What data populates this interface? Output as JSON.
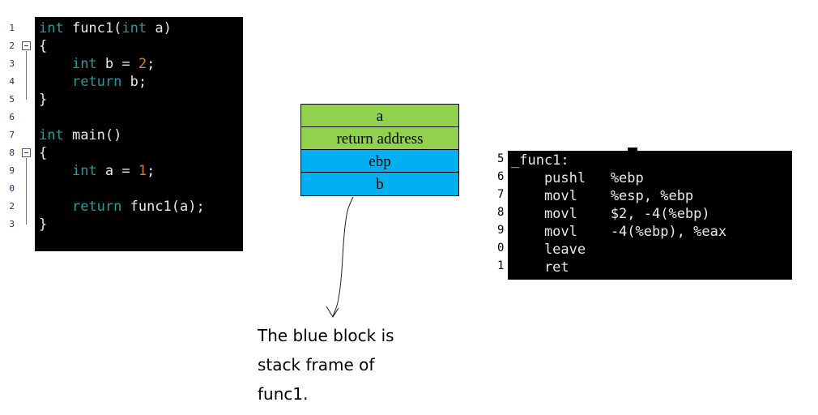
{
  "code_left": {
    "gutter": [
      "1",
      "2",
      "3",
      "4",
      "5",
      "6",
      "7",
      "8",
      "9",
      "0",
      "2",
      "3"
    ],
    "lines": [
      {
        "parts": [
          {
            "t": "int",
            "c": "kw"
          },
          {
            "t": " func1(",
            "c": "fn"
          },
          {
            "t": "int",
            "c": "kw"
          },
          {
            "t": " a)",
            "c": "fn"
          }
        ]
      },
      {
        "parts": [
          {
            "t": "{",
            "c": "fn"
          }
        ]
      },
      {
        "parts": [
          {
            "t": "    ",
            "c": "fn"
          },
          {
            "t": "int",
            "c": "kw"
          },
          {
            "t": " b = ",
            "c": "fn"
          },
          {
            "t": "2",
            "c": "num"
          },
          {
            "t": ";",
            "c": "fn"
          }
        ]
      },
      {
        "parts": [
          {
            "t": "    ",
            "c": "fn"
          },
          {
            "t": "return",
            "c": "kw"
          },
          {
            "t": " b;",
            "c": "fn"
          }
        ]
      },
      {
        "parts": [
          {
            "t": "}",
            "c": "fn"
          }
        ]
      },
      {
        "parts": []
      },
      {
        "parts": [
          {
            "t": "int",
            "c": "kw"
          },
          {
            "t": " main()",
            "c": "fn"
          }
        ]
      },
      {
        "parts": [
          {
            "t": "{",
            "c": "fn"
          }
        ]
      },
      {
        "parts": [
          {
            "t": "    ",
            "c": "fn"
          },
          {
            "t": "int",
            "c": "kw"
          },
          {
            "t": " a = ",
            "c": "fn"
          },
          {
            "t": "1",
            "c": "num"
          },
          {
            "t": ";",
            "c": "fn"
          }
        ]
      },
      {
        "parts": []
      },
      {
        "parts": [
          {
            "t": "    ",
            "c": "fn"
          },
          {
            "t": "return",
            "c": "kw"
          },
          {
            "t": " func1(a);",
            "c": "fn"
          }
        ]
      },
      {
        "parts": [
          {
            "t": "}",
            "c": "fn"
          }
        ]
      }
    ]
  },
  "stack": {
    "cells": [
      {
        "label": "a",
        "color": "#92d050"
      },
      {
        "label": "return address",
        "color": "#92d050"
      },
      {
        "label": "ebp",
        "color": "#00b0f0"
      },
      {
        "label": "b",
        "color": "#00b0f0"
      }
    ]
  },
  "note": {
    "lines": [
      "The blue block is",
      "stack frame of",
      "func1."
    ]
  },
  "asm": {
    "line_numbers": [
      "5",
      "6",
      "7",
      "8",
      "9",
      "0",
      "1"
    ],
    "lines": [
      "_func1:",
      "    pushl   %ebp",
      "    movl    %esp, %ebp",
      "    movl    $2, -4(%ebp)",
      "    movl    -4(%ebp), %eax",
      "    leave",
      "    ret"
    ]
  }
}
